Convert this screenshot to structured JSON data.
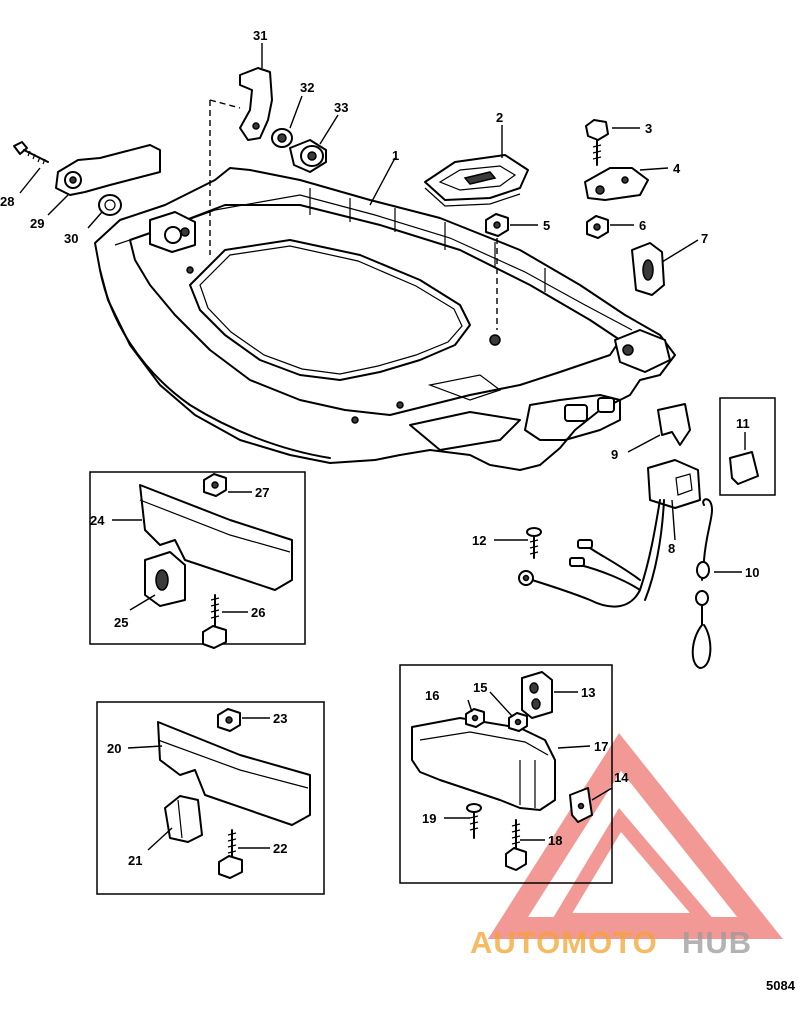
{
  "diagram": {
    "figure_number": "5084",
    "callouts": [
      "1",
      "2",
      "3",
      "4",
      "5",
      "6",
      "7",
      "8",
      "9",
      "10",
      "11",
      "12",
      "13",
      "14",
      "15",
      "16",
      "17",
      "18",
      "19",
      "20",
      "21",
      "22",
      "23",
      "24",
      "25",
      "26",
      "27",
      "28",
      "29",
      "30",
      "31",
      "32",
      "33"
    ]
  },
  "watermark": {
    "part1": "AUTOMOTO",
    "part2": "HUB"
  },
  "colors": {
    "line": "#000000",
    "watermark_red": "#e8463f",
    "watermark_orange": "#f2a330",
    "watermark_gray": "#9a9a9a"
  }
}
